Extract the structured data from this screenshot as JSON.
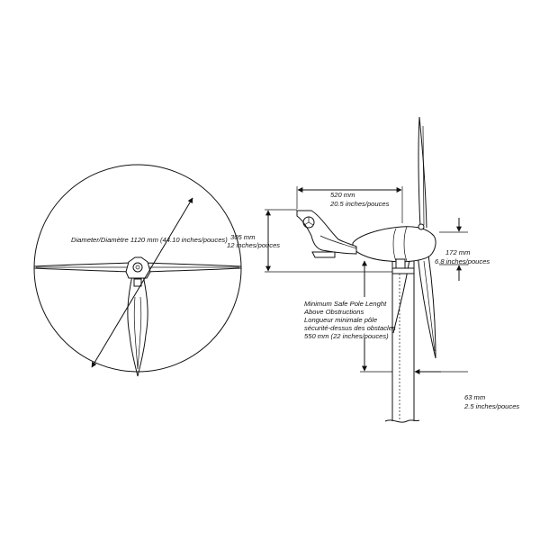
{
  "diameter": {
    "label": "Diameter/Diamètre 1120 mm (44.10 inches/pouces)"
  },
  "length_top": {
    "line1": "520 mm",
    "line2": "20.5 inches/pouces"
  },
  "height_left": {
    "line1": "305 mm",
    "line2": "12 inches/pouces"
  },
  "height_right": {
    "line1": "172 mm",
    "line2": "6.8 inches/pouces"
  },
  "pole_min": {
    "line1": "Minimum Safe Pole Lenght",
    "line2": "Above Obstructions",
    "line3": "Longueur minimale pôle",
    "line4": "sécurité-dessus des obstacles",
    "line5": "550 mm (22 inches/pouces)"
  },
  "pole_dia": {
    "line1": "63 mm",
    "line2": "2.5 inches/pouces"
  },
  "colors": {
    "ink": "#111111",
    "background": "#ffffff"
  }
}
